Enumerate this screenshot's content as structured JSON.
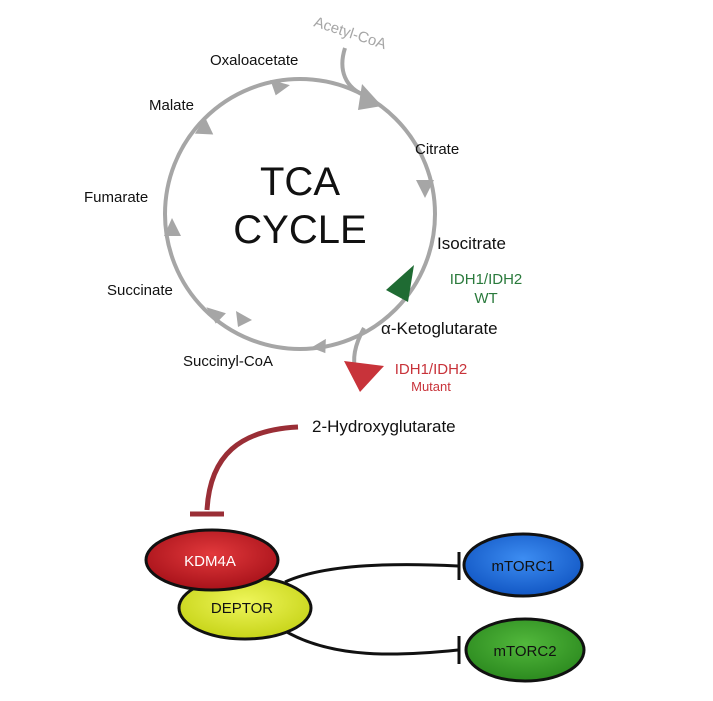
{
  "cycle": {
    "title_line1": "TCA",
    "title_line2": "CYCLE",
    "metabolites": {
      "acetyl_coa": "Acetyl-CoA",
      "oxaloacetate": "Oxaloacetate",
      "citrate": "Citrate",
      "isocitrate": "Isocitrate",
      "alpha_ketoglutarate": "α-Ketoglutarate",
      "succinyl_coa": "Succinyl-CoA",
      "succinate": "Succinate",
      "fumarate": "Fumarate",
      "malate": "Malate"
    },
    "idh_wt": {
      "line1": "IDH1/IDH2",
      "line2": "WT"
    },
    "idh_mutant": {
      "line1": "IDH1/IDH2",
      "line2": "Mutant"
    }
  },
  "pathway": {
    "metabolite": "2-Hydroxyglutarate",
    "nodes": {
      "kdm4a": "KDM4A",
      "deptor": "DEPTOR",
      "mtorc1": "mTORC1",
      "mtorc2": "mTORC2"
    }
  },
  "colors": {
    "cycle_grey": "#a6a6a6",
    "wt_green": "#1f6b33",
    "mutant_red": "#c8333a",
    "inhibit_line": "#9a2e36",
    "kdm4a_fill": "#c41a1f",
    "deptor_fill": "#dde82a",
    "mtorc1_fill": "#1e72e0",
    "mtorc2_fill": "#3aa02a"
  }
}
